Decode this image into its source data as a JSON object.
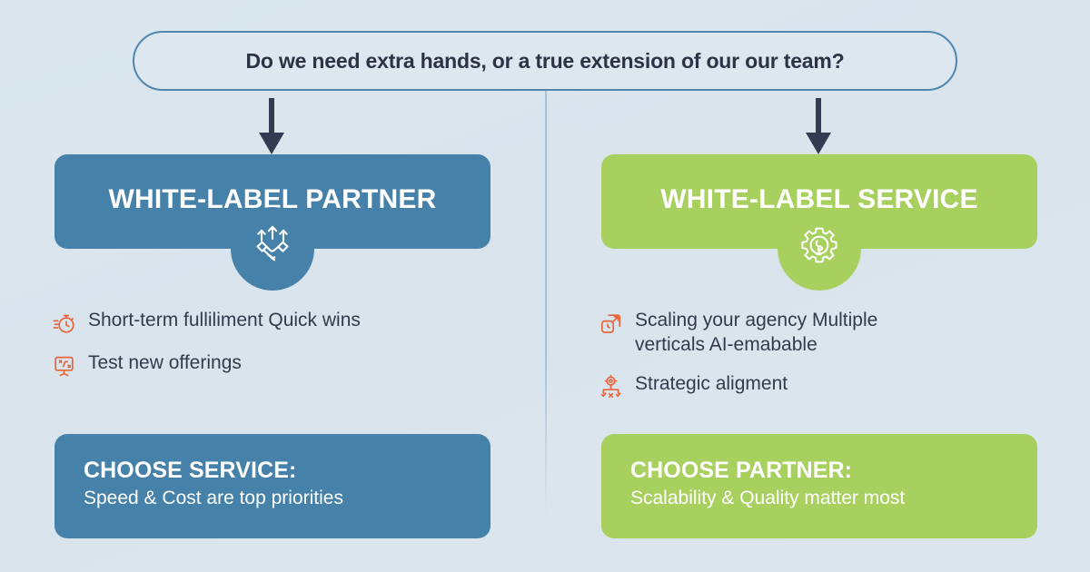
{
  "header": {
    "question": "Do we need extra hands, or a true extension of our our team?"
  },
  "colors": {
    "background": "#dae5ee",
    "blue": "#4581a8",
    "green": "#a8d05f",
    "orange_icon": "#e8643c",
    "text_dark": "#333a4c",
    "divider": "#a8c2d8",
    "arrow": "#343a4f"
  },
  "columns": [
    {
      "id": "white-label-partner",
      "title": "WHITE-LABEL PARTNER",
      "accent": "#4581a8",
      "badge_icon": "handshake-arrows-icon",
      "bullets": [
        {
          "icon": "stopwatch-icon",
          "text": "Short-term fulliliment Quick wins"
        },
        {
          "icon": "presentation-board-icon",
          "text": "Test new offerings"
        }
      ],
      "cta": {
        "title": "CHOOSE SERVICE:",
        "subtitle": "Speed & Cost are top priorities"
      }
    },
    {
      "id": "white-label-service",
      "title": "WHITE-LABEL SERVICE",
      "accent": "#a8d05f",
      "badge_icon": "gear-wrench-icon",
      "bullets": [
        {
          "icon": "scale-expand-icon",
          "text": "Scaling your agency Multiple verticals AI-emabable"
        },
        {
          "icon": "strategy-target-icon",
          "text": "Strategic aligment"
        }
      ],
      "cta": {
        "title": "CHOOSE PARTNER:",
        "subtitle": "Scalability & Quality matter most"
      }
    }
  ],
  "arrows": [
    {
      "name": "arrow-to-partner"
    },
    {
      "name": "arrow-to-service"
    }
  ]
}
